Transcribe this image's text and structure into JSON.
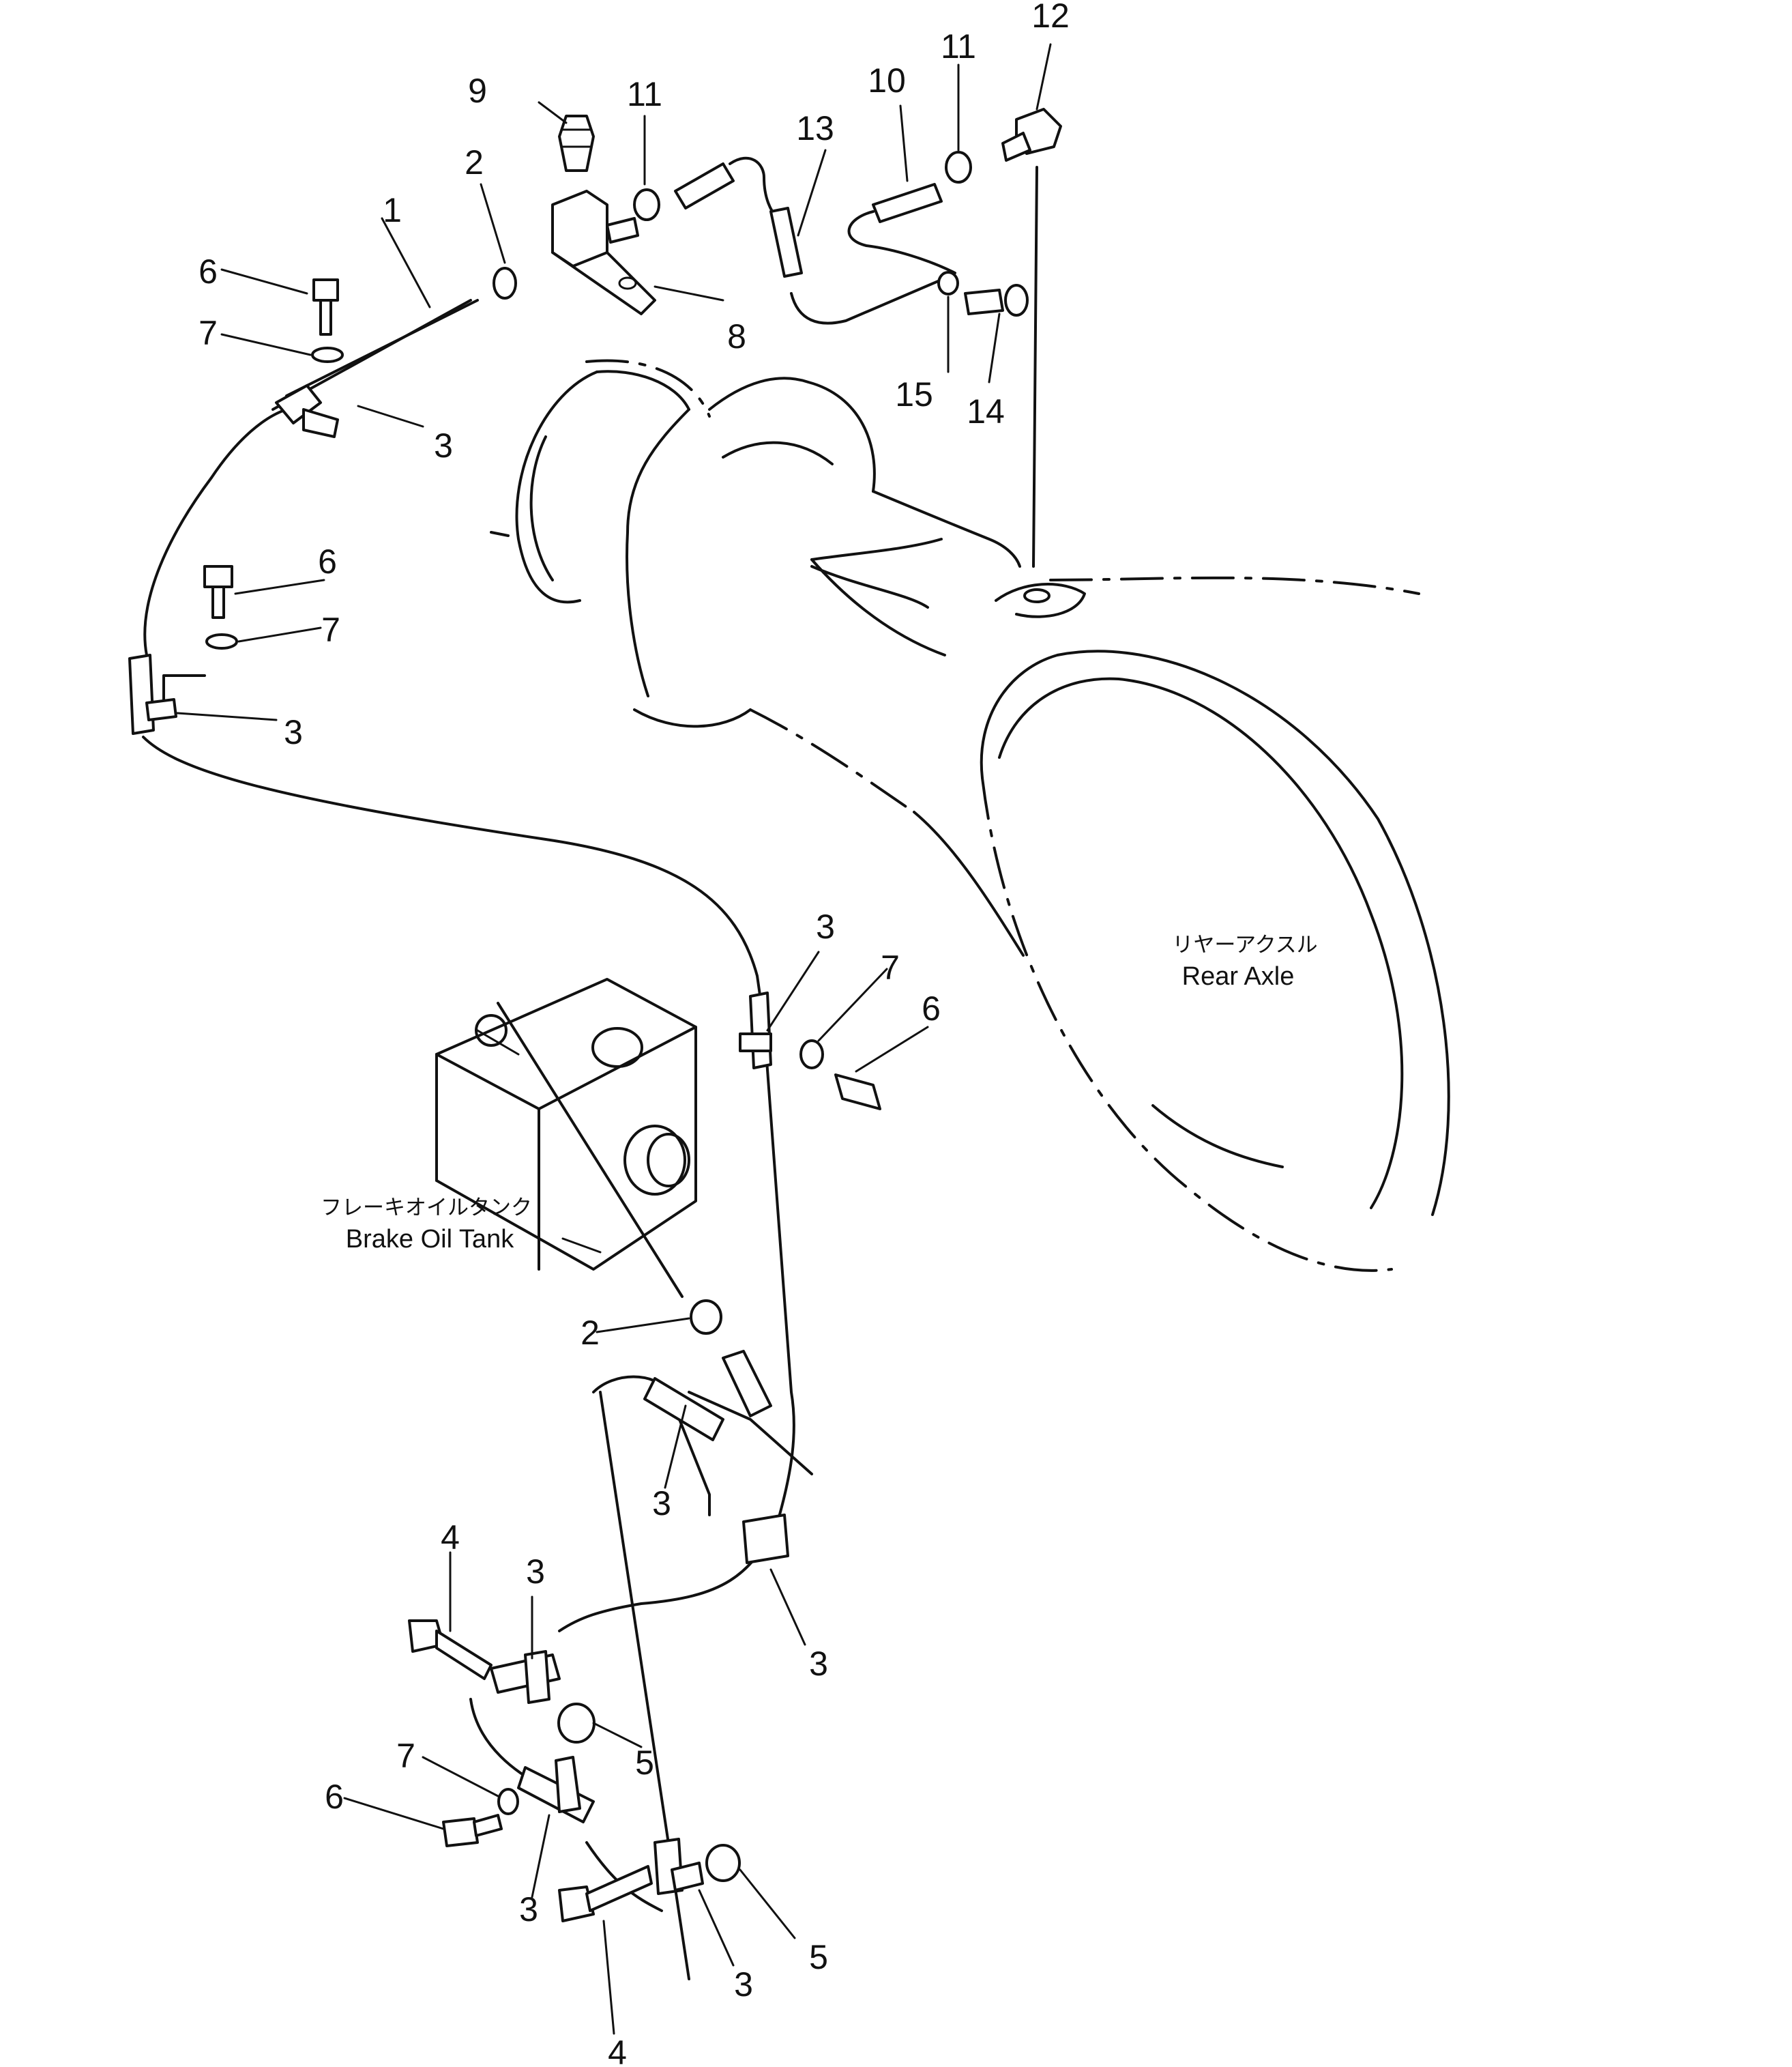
{
  "labels": {
    "rear_axle_jp": "リヤーアクスル",
    "rear_axle_en": "Rear Axle",
    "brake_tank_jp": "フレーキオイルタンク",
    "brake_tank_en": "Brake Oil Tank"
  },
  "callouts": {
    "c1": "1",
    "c2a": "2",
    "c2b": "2",
    "c3a": "3",
    "c3b": "3",
    "c3c": "3",
    "c3d": "3",
    "c3e": "3",
    "c3f": "3",
    "c3g": "3",
    "c3h": "3",
    "c4a": "4",
    "c4b": "4",
    "c5a": "5",
    "c5b": "5",
    "c6a": "6",
    "c6b": "6",
    "c6c": "6",
    "c6d": "6",
    "c7a": "7",
    "c7b": "7",
    "c7c": "7",
    "c7d": "7",
    "c8": "8",
    "c9": "9",
    "c10": "10",
    "c11a": "11",
    "c11b": "11",
    "c12": "12",
    "c13": "13",
    "c14": "14",
    "c15": "15"
  }
}
